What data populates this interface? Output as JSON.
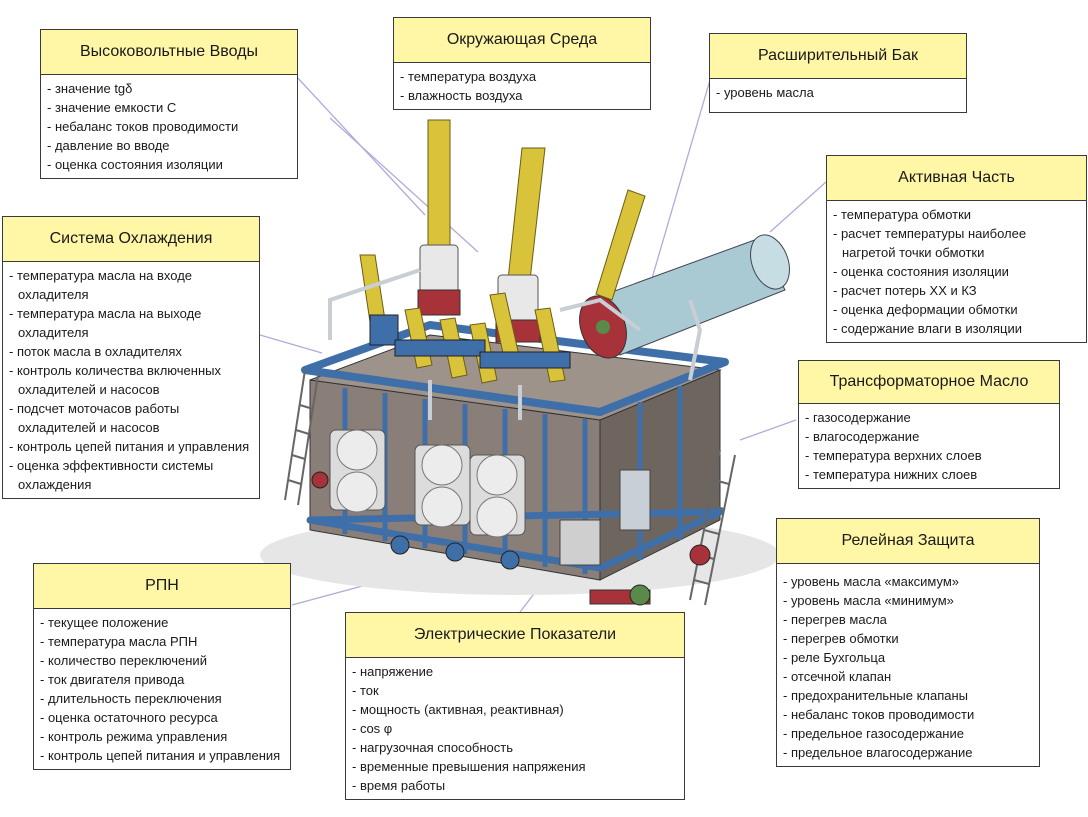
{
  "callouts": {
    "bushings": {
      "title": "Высоковольтные Вводы",
      "items": [
        "значение tgδ",
        "значение емкости С",
        "небаланс токов проводимости",
        "давление во вводе",
        "оценка состояния изоляции"
      ]
    },
    "environment": {
      "title": "Окружающая Среда",
      "items": [
        "температура воздуха",
        "влажность воздуха"
      ]
    },
    "conservator": {
      "title": "Расширительный Бак",
      "items": [
        "уровень масла"
      ]
    },
    "active_part": {
      "title": "Активная Часть",
      "items": [
        "температура обмотки",
        "расчет температуры наиболее нагретой точки обмотки",
        "оценка состояния изоляции",
        "расчет потерь ХХ и КЗ",
        "оценка деформации обмотки",
        "содержание влаги в изоляции"
      ]
    },
    "cooling": {
      "title": "Система Охлаждения",
      "items": [
        "температура масла на входе охладителя",
        "температура масла на выходе охладителя",
        "поток масла в охладителях",
        "контроль количества включенных охладителей и насосов",
        "подсчет моточасов работы охладителей и насосов",
        "контроль цепей питания и управления",
        "оценка эффективности системы охлаждения"
      ]
    },
    "oil": {
      "title": "Трансформаторное Масло",
      "items": [
        "газосодержание",
        "влагосодержание",
        "температура верхних слоев",
        "температура нижних слоев"
      ]
    },
    "relay": {
      "title": "Релейная Защита",
      "items": [
        "уровень масла «максимум»",
        "уровень масла «минимум»",
        "перегрев масла",
        "перегрев обмотки",
        "реле Бухгольца",
        "отсечной клапан",
        "предохранительные клапаны",
        "небаланс токов проводимости",
        "предельное газосодержание",
        "предельное влагосодержание"
      ]
    },
    "oltc": {
      "title": "РПН",
      "items": [
        "текущее положение",
        "температура масла РПН",
        "количество переключений",
        "ток двигателя привода",
        "длительность переключения",
        "оценка остаточного ресурса",
        "контроль режима управления",
        "контроль цепей питания и управления"
      ]
    },
    "electrical": {
      "title": "Электрические Показатели",
      "items": [
        "напряжение",
        "ток",
        "мощность (активная, реактивная)",
        "cos φ",
        "нагрузочная способность",
        "временные превышения напряжения",
        "время работы"
      ]
    }
  },
  "colors": {
    "header_fill": "#fff6a6",
    "leader_line": "#b7a8d8",
    "tank": "#8a7f78",
    "frame": "#3f6fa8",
    "bushing": "#d9c33a",
    "conservator": "#a9c9d3",
    "radiator": "#d8d8d8",
    "valve": "#a8323a"
  }
}
